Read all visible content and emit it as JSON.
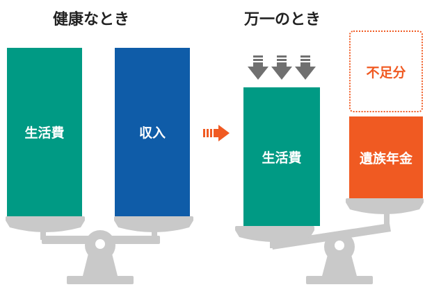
{
  "left_panel": {
    "title": "健康なとき",
    "living_cost_label": "生活費",
    "income_label": "収入"
  },
  "right_panel": {
    "title": "万一のとき",
    "living_cost_label": "生活費",
    "shortfall_label": "不足分",
    "survivor_pension_label": "遺族年金"
  },
  "colors": {
    "teal": "#009a84",
    "blue": "#0f5ca8",
    "orange": "#f05a22",
    "gray": "#c9c9c9",
    "arrow_gray": "#707070"
  }
}
